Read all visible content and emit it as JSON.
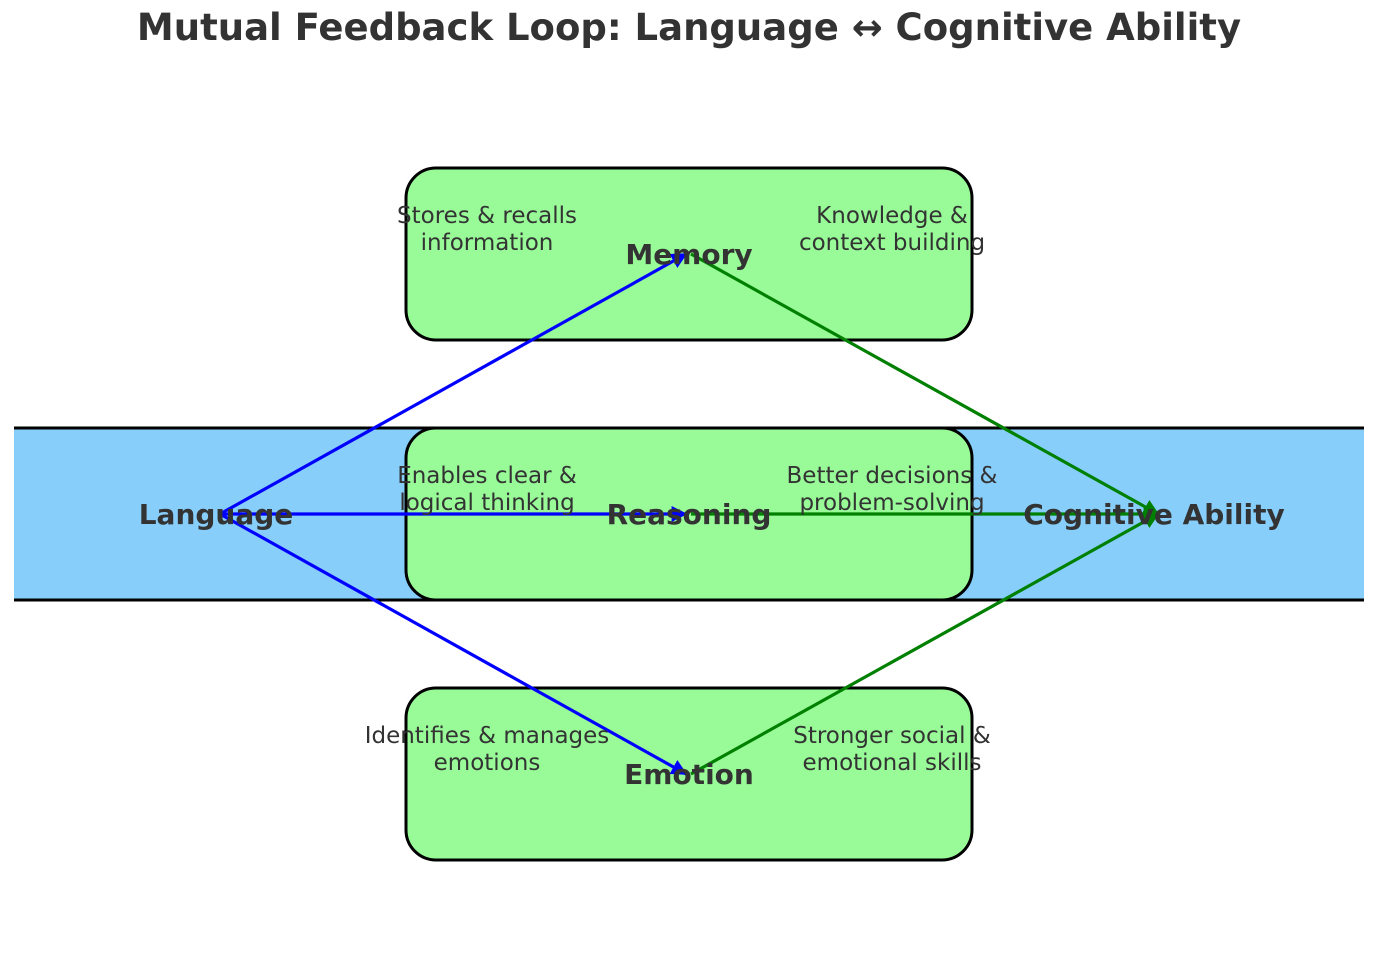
{
  "title": "Mutual Feedback Loop: Language ↔ Cognitive Ability",
  "colors": {
    "band_fill": "#87CEFA",
    "box_fill": "#98FB98",
    "outline": "#000000",
    "language_arrow": "#0000FF",
    "cognitive_arrow": "#008000",
    "text": "#333333"
  },
  "endpoints": {
    "source": "Language",
    "target": "Cognitive Ability"
  },
  "mediators": [
    {
      "name": "Memory",
      "language_effect": [
        "Stores & recalls",
        "information"
      ],
      "cognitive_effect": [
        "Knowledge &",
        "context building"
      ]
    },
    {
      "name": "Reasoning",
      "language_effect": [
        "Enables clear &",
        "logical thinking"
      ],
      "cognitive_effect": [
        "Better decisions &",
        "problem-solving"
      ]
    },
    {
      "name": "Emotion",
      "language_effect": [
        "Identifies & manages",
        "emotions"
      ],
      "cognitive_effect": [
        "Stronger social &",
        "emotional skills"
      ]
    }
  ],
  "edges": [
    {
      "from": "Language",
      "to": "Memory",
      "color_key": "language_arrow"
    },
    {
      "from": "Language",
      "to": "Reasoning",
      "color_key": "language_arrow"
    },
    {
      "from": "Language",
      "to": "Emotion",
      "color_key": "language_arrow"
    },
    {
      "from": "Memory",
      "to": "Cognitive Ability",
      "color_key": "cognitive_arrow"
    },
    {
      "from": "Reasoning",
      "to": "Cognitive Ability",
      "color_key": "cognitive_arrow"
    },
    {
      "from": "Emotion",
      "to": "Cognitive Ability",
      "color_key": "cognitive_arrow"
    }
  ]
}
